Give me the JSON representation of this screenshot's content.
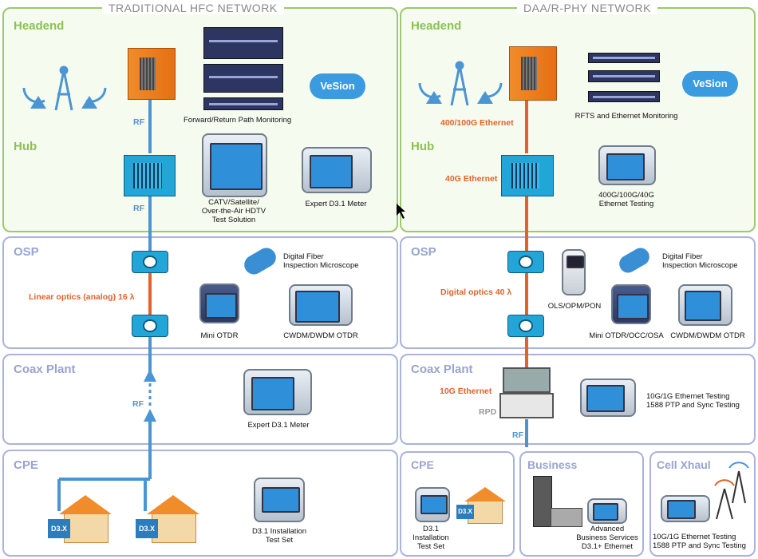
{
  "left": {
    "title": "TRADITIONAL HFC NETWORK",
    "sections": {
      "headend": "Headend",
      "hub": "Hub",
      "osp": "OSP",
      "coax": "Coax Plant",
      "cpe": "CPE"
    },
    "links": {
      "rf1": "RF",
      "rf2": "RF",
      "rf3": "RF",
      "optics": "Linear optics (analog) 16 λ"
    },
    "devices": {
      "monitoring": "Forward/Return Path Monitoring",
      "catv": "CATV/Satellite/\nOver-the-Air HDTV\nTest Solution",
      "expert_hub": "Expert D3.1 Meter",
      "microscope": "Digital Fiber\nInspection Microscope",
      "mini_otdr": "Mini OTDR",
      "cwdm": "CWDM/DWDM OTDR",
      "expert_coax": "Expert D3.1 Meter",
      "install": "D3.1 Installation\nTest Set",
      "cloud": "VeSion",
      "house_tag_1": "D3.X",
      "house_tag_2": "D3.X"
    }
  },
  "right": {
    "title": "DAA/R-PHY NETWORK",
    "sections": {
      "headend": "Headend",
      "hub": "Hub",
      "osp": "OSP",
      "coax": "Coax Plant",
      "cpe": "CPE",
      "business": "Business",
      "cell": "Cell Xhaul"
    },
    "links": {
      "eth400": "400/100G Ethernet",
      "eth40": "40G Ethernet",
      "optics": "Digital optics 40 λ",
      "eth10": "10G Ethernet",
      "rpd": "RPD",
      "rf": "RF"
    },
    "devices": {
      "rfts": "RFTS and Ethernet Monitoring",
      "eth_testing": "400G/100G/40G\nEthernet Testing",
      "microscope": "Digital Fiber\nInspection Microscope",
      "olsopm": "OLS/OPM/PON",
      "mini_otdr": "Mini OTDR/OCC/OSA",
      "cwdm": "CWDM/DWDM OTDR",
      "eth10_testing": "10G/1G Ethernet Testing\n1588 PTP and Sync Testing",
      "cpe_set": "D3.1\nInstallation\nTest Set",
      "business_dev": "Advanced\nBusiness Services\nD3.1+ Ethernet",
      "cell_dev": "10G/1G Ethernet Testing\n1588 PTP and Sync Testing",
      "cloud": "VeSion",
      "house_tag": "D3.X"
    }
  }
}
